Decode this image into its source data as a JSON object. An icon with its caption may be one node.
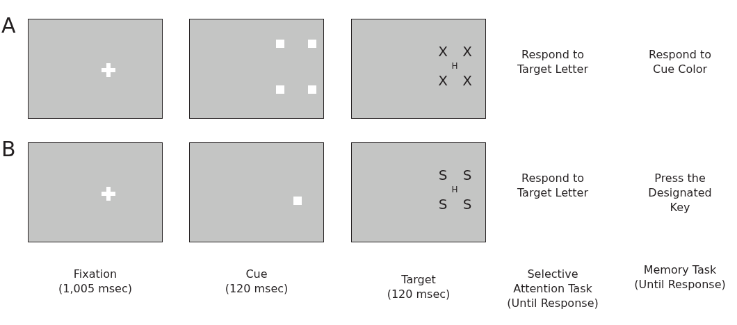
{
  "diagram": {
    "nodes": [
      {
        "text": [],
        "shape": "box"
      },
      {
        "text": [],
        "shape": "box"
      },
      {
        "text": [
          "X",
          "X",
          "H",
          "X",
          "X"
        ]
      },
      {
        "text": [],
        "shape": "box"
      },
      {
        "text": [],
        "shape": "box"
      },
      {
        "text": [
          "S",
          "S",
          "H",
          "S",
          "S"
        ]
      }
    ],
    "edges": [],
    "labels": [
      "A",
      "Respond to Target Letter",
      "Respond to Cue Color",
      "B",
      "Respond to Target Letter",
      "Press the Designated Key",
      "Fixation (1,005 msec)",
      "Cue (120 msec)",
      "Target (120 msec)",
      "Selective Attention Task (Until Response)",
      "Memory Task (Until Response)"
    ]
  }
}
